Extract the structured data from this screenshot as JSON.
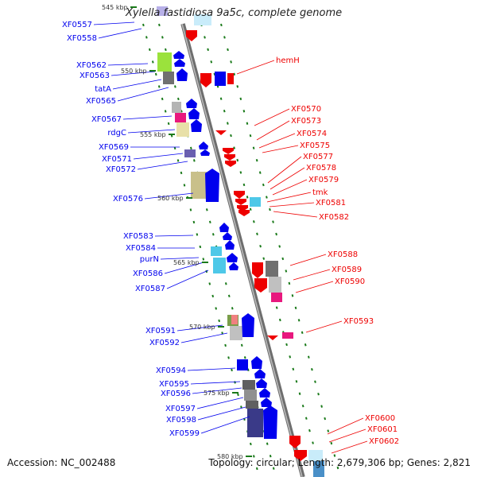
{
  "title": "Xylella fastidiosa 9a5c, complete genome",
  "footer": {
    "accession": "Accession: NC_002488",
    "summary": "Topology: circular; Length: 2,679,306 bp; Genes: 2,821"
  },
  "colors": {
    "forward": "#0000ee",
    "reverse": "#ee0000",
    "backbone": "#8a8a8a",
    "dots": "#1a7a1a"
  },
  "ticks": [
    "545 kbp",
    "550 kbp",
    "555 kbp",
    "560 kbp",
    "565 kbp",
    "570 kbp",
    "575 kbp",
    "580 kbp"
  ],
  "forward_labels": [
    "XF0557",
    "XF0558",
    "XF0562",
    "XF0563",
    "tatA",
    "XF0565",
    "XF0567",
    "rdgC",
    "XF0569",
    "XF0571",
    "XF0572",
    "XF0576",
    "XF0583",
    "XF0584",
    "purN",
    "XF0586",
    "XF0587",
    "XF0591",
    "XF0592",
    "XF0594",
    "XF0595",
    "XF0596",
    "XF0597",
    "XF0598",
    "XF0599"
  ],
  "reverse_labels": [
    "hemH",
    "XF0570",
    "XF0573",
    "XF0574",
    "XF0575",
    "XF0577",
    "XF0578",
    "XF0579",
    "tmk",
    "XF0581",
    "XF0582",
    "XF0588",
    "XF0589",
    "XF0590",
    "XF0593",
    "XF0600",
    "XF0601",
    "XF0602"
  ]
}
